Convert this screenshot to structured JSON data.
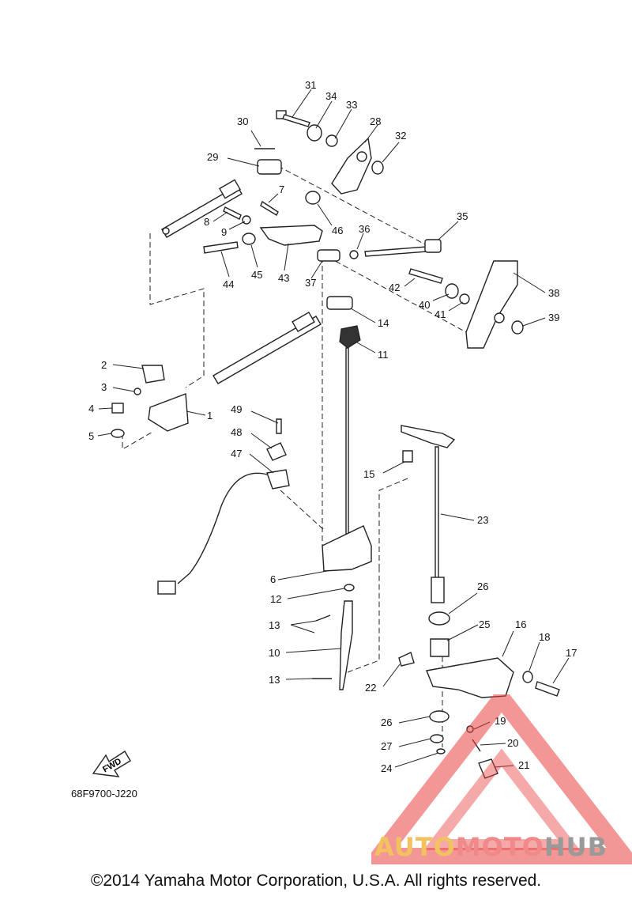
{
  "diagram": {
    "code": "68F9700-J220",
    "direction_label": "FWD",
    "copyright": "©2014 Yamaha Motor Corporation, U.S.A. All rights reserved.",
    "watermark": {
      "part1": "AUTO",
      "part2": "MOTO",
      "part3": "HUB"
    },
    "callouts": [
      "31",
      "34",
      "33",
      "28",
      "30",
      "32",
      "29",
      "7",
      "8",
      "9",
      "46",
      "35",
      "36",
      "44",
      "45",
      "43",
      "37",
      "42",
      "38",
      "40",
      "41",
      "39",
      "14",
      "11",
      "2",
      "3",
      "1",
      "4",
      "5",
      "49",
      "48",
      "47",
      "15",
      "23",
      "6",
      "12",
      "13",
      "10",
      "22",
      "26",
      "25",
      "16",
      "18",
      "17",
      "19",
      "20",
      "21",
      "27",
      "24"
    ],
    "colors": {
      "watermark_red": "#e84040",
      "watermark_orange": "#f2c260",
      "watermark_gray": "#9a9a9a"
    }
  }
}
